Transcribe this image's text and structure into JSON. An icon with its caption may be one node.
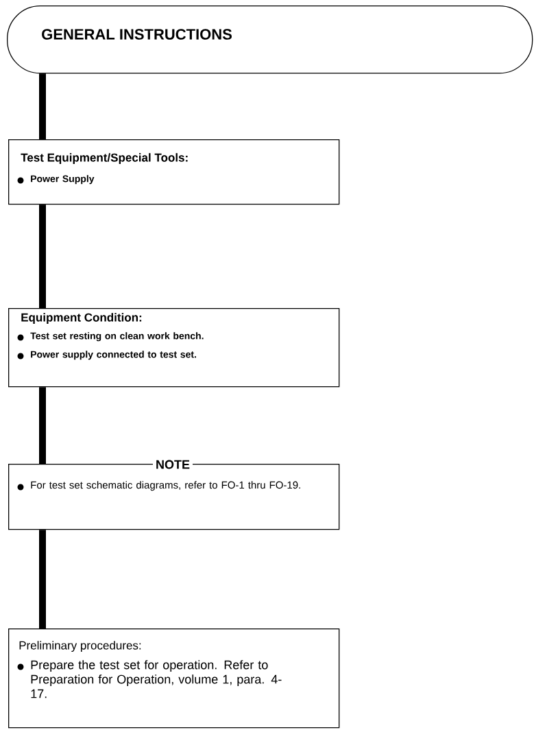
{
  "diagram": {
    "nodes": [
      {
        "text": [
          "GENERAL INSTRUCTIONS"
        ]
      },
      {
        "text": [
          "Test Equipment/Special Tools:",
          "Power Supply"
        ]
      },
      {
        "text": [
          "Equipment Condition:",
          "Test set resting on clean work bench.",
          "Power supply connected to test set."
        ]
      },
      {
        "text": [
          "NOTE",
          "For test set schematic diagrams, refer to FO-1 thru FO-19."
        ]
      },
      {
        "text": [
          "Preliminary procedures:",
          "Prepare the test set for operation. Refer to Preparation for Operation, volume 1, para. 4-17."
        ]
      }
    ],
    "edges": [
      {
        "from": 0,
        "to": 1,
        "arrow": "none"
      },
      {
        "from": 1,
        "to": 2,
        "arrow": "none"
      },
      {
        "from": 2,
        "to": 3,
        "arrow": "none"
      },
      {
        "from": 3,
        "to": 4,
        "arrow": "none"
      }
    ]
  }
}
